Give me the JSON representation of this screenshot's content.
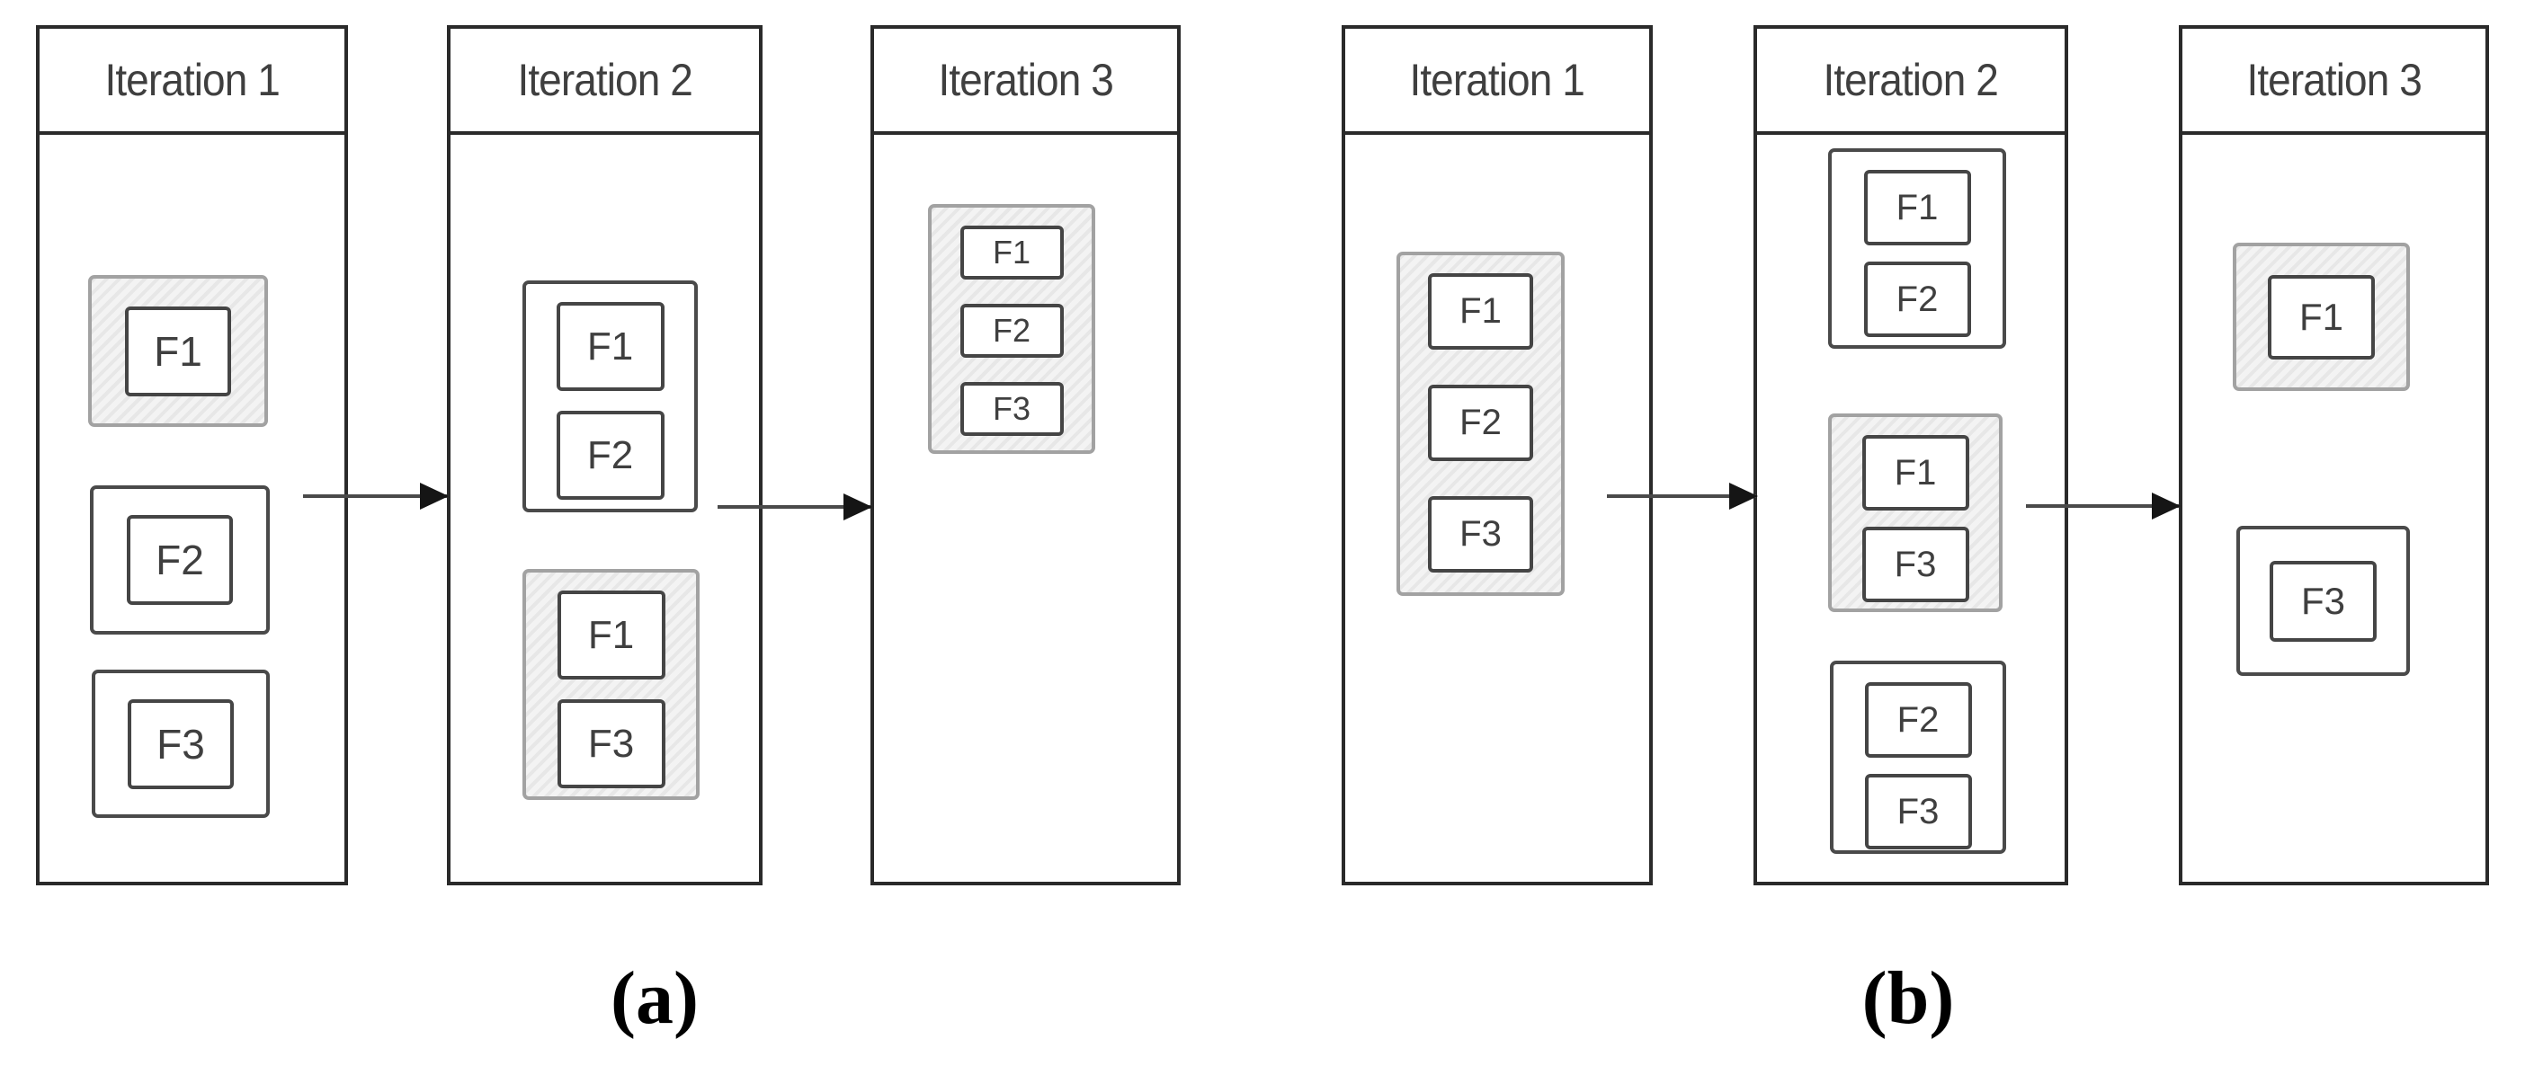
{
  "figure": {
    "diagrams": [
      {
        "caption": "(a)",
        "columns": [
          {
            "title": "Iteration 1",
            "groups": [
              {
                "highlighted": true,
                "boxes": [
                  "F1"
                ]
              },
              {
                "highlighted": false,
                "boxes": [
                  "F2"
                ]
              },
              {
                "highlighted": false,
                "boxes": [
                  "F3"
                ]
              }
            ]
          },
          {
            "title": "Iteration 2",
            "groups": [
              {
                "highlighted": false,
                "boxes": [
                  "F1",
                  "F2"
                ]
              },
              {
                "highlighted": true,
                "boxes": [
                  "F1",
                  "F3"
                ]
              }
            ]
          },
          {
            "title": "Iteration 3",
            "groups": [
              {
                "highlighted": true,
                "boxes": [
                  "F1",
                  "F2",
                  "F3"
                ]
              }
            ]
          }
        ]
      },
      {
        "caption": "(b)",
        "columns": [
          {
            "title": "Iteration 1",
            "groups": [
              {
                "highlighted": true,
                "boxes": [
                  "F1",
                  "F2",
                  "F3"
                ]
              }
            ]
          },
          {
            "title": "Iteration 2",
            "groups": [
              {
                "highlighted": false,
                "boxes": [
                  "F1",
                  "F2"
                ]
              },
              {
                "highlighted": true,
                "boxes": [
                  "F1",
                  "F3"
                ]
              },
              {
                "highlighted": false,
                "boxes": [
                  "F2",
                  "F3"
                ]
              }
            ]
          },
          {
            "title": "Iteration 3",
            "groups": [
              {
                "highlighted": true,
                "boxes": [
                  "F1"
                ]
              },
              {
                "highlighted": false,
                "boxes": [
                  "F3"
                ]
              }
            ]
          }
        ]
      }
    ],
    "colors": {
      "line": "#2a2a2a",
      "box_border": "#454545",
      "highlight_border": "#a2a2a2",
      "highlight_fill": "#f3f3f3",
      "arrow": "#4a4a4a",
      "text": "#3f3f3f"
    }
  }
}
